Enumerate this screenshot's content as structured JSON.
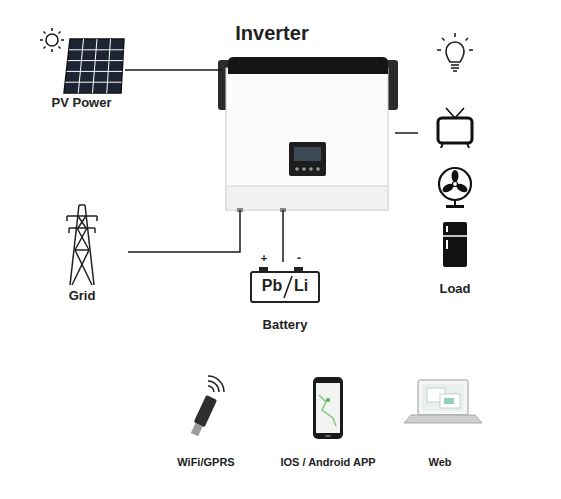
{
  "diagram": {
    "nodes": [
      {
        "text": [
          "Inverter"
        ]
      },
      {
        "text": [
          "PV Power"
        ]
      },
      {
        "text": [
          "Grid"
        ]
      },
      {
        "text": [
          "Pb",
          "Li",
          "Battery"
        ]
      },
      {
        "text": [
          "Load"
        ]
      },
      {
        "text": [
          "WiFi/GPRS"
        ]
      },
      {
        "text": [
          "IOS / Android APP"
        ]
      },
      {
        "text": [
          "Web"
        ]
      }
    ],
    "edges": [
      {
        "from": 1,
        "to": 0,
        "arrow": "none"
      },
      {
        "from": 2,
        "to": 0,
        "arrow": "none"
      },
      {
        "from": 3,
        "to": 0,
        "arrow": "none"
      },
      {
        "from": 0,
        "to": 4,
        "arrow": "none"
      }
    ],
    "labels": [
      "+",
      "-"
    ]
  }
}
